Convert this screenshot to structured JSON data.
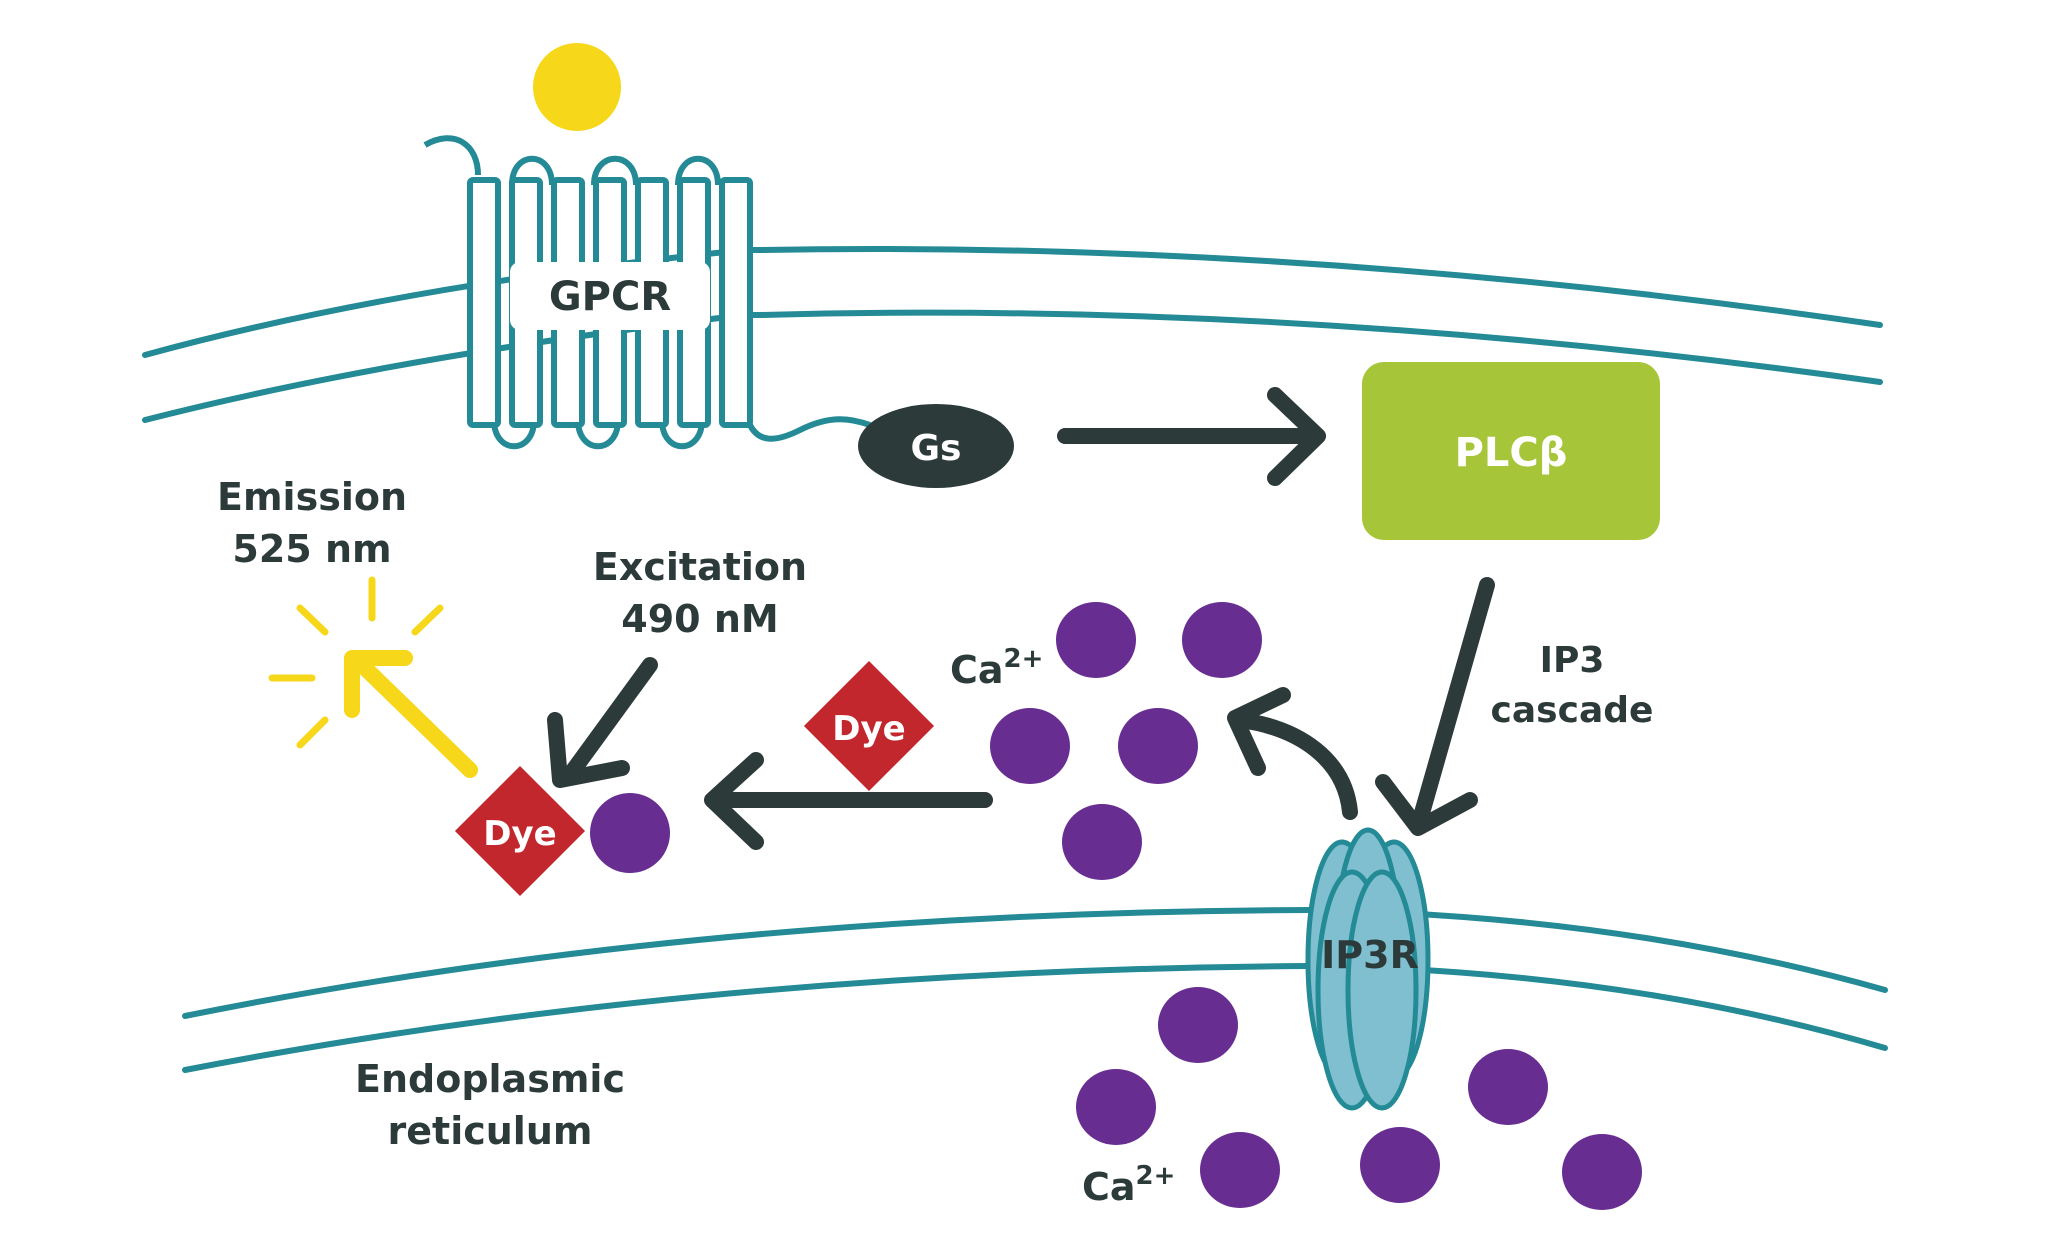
{
  "colors": {
    "membrane": "#238a96",
    "dark": "#2c3a3a",
    "yellow": "#f7d71a",
    "purple": "#672d91",
    "dye_red": "#c1272d",
    "plc_green": "#a6c539",
    "ip3r_fill": "#7fbfd0"
  },
  "labels": {
    "gpcr": "GPCR",
    "gs": "Gs",
    "plc": "PLCβ",
    "ip3_cascade_line1": "IP3",
    "ip3_cascade_line2": "cascade",
    "ip3r": "IP3R",
    "dye_free": "Dye",
    "dye_bound": "Dye",
    "ca_top_base": "Ca",
    "ca_top_sup": "2+",
    "ca_bottom_base": "Ca",
    "ca_bottom_sup": "2+",
    "emission_line1": "Emission",
    "emission_line2": "525 nm",
    "excitation_line1": "Excitation",
    "excitation_line2": "490 nM",
    "er_line1": "Endoplasmic",
    "er_line2": "reticulum"
  },
  "icons": {
    "ligand": "ligand-circle-icon",
    "calcium": "calcium-ion-icon",
    "light_burst": "light-burst-icon"
  }
}
